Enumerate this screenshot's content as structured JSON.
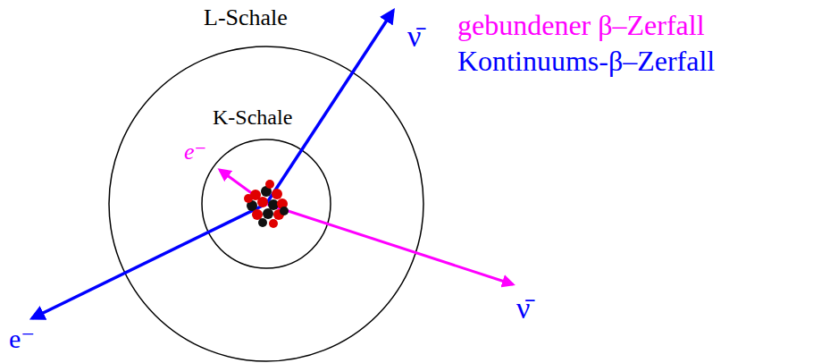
{
  "diagram": {
    "labels": [
      "L-Schale",
      "K-Schale",
      "e⁻",
      "ν̄",
      "e⁻",
      "ν̄"
    ],
    "legend": [
      {
        "text": "gebundener β–Zerfall",
        "color": "#ff00ff"
      },
      {
        "text": "Kontinuums-β–Zerfall",
        "color": "#0000ff"
      }
    ]
  }
}
